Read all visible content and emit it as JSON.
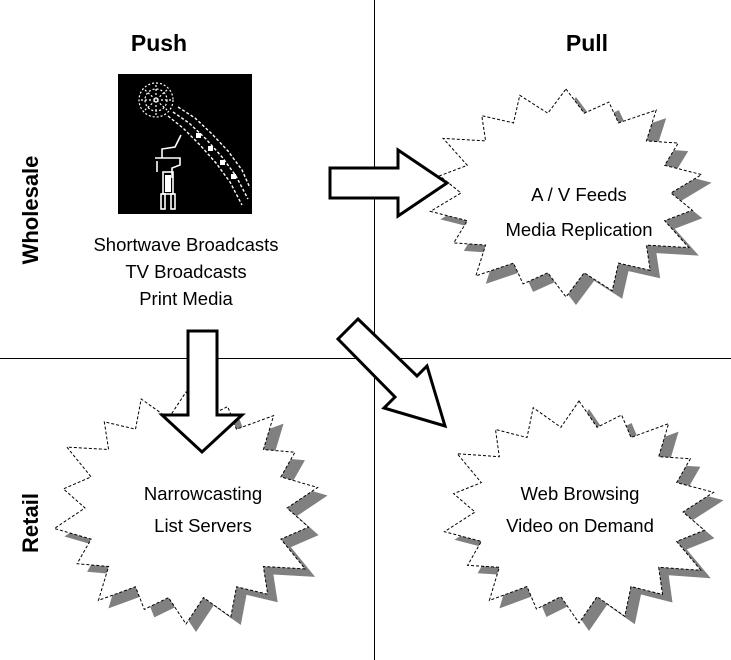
{
  "columns": {
    "push": "Push",
    "pull": "Pull"
  },
  "rows": {
    "wholesale": "Wholesale",
    "retail": "Retail"
  },
  "quadrants": {
    "wholesale_push": {
      "icon": "microphone-icon",
      "lines": [
        "Shortwave Broadcasts",
        "TV Broadcasts",
        "Print Media"
      ]
    },
    "wholesale_pull": {
      "lines": [
        "A / V Feeds",
        "Media Replication"
      ]
    },
    "retail_push": {
      "lines": [
        "Narrowcasting",
        "List Servers"
      ]
    },
    "retail_pull": {
      "lines": [
        "Web Browsing",
        "Video on Demand"
      ]
    }
  },
  "colors": {
    "line": "#000000",
    "shadow": "#808080",
    "background": "#ffffff"
  }
}
